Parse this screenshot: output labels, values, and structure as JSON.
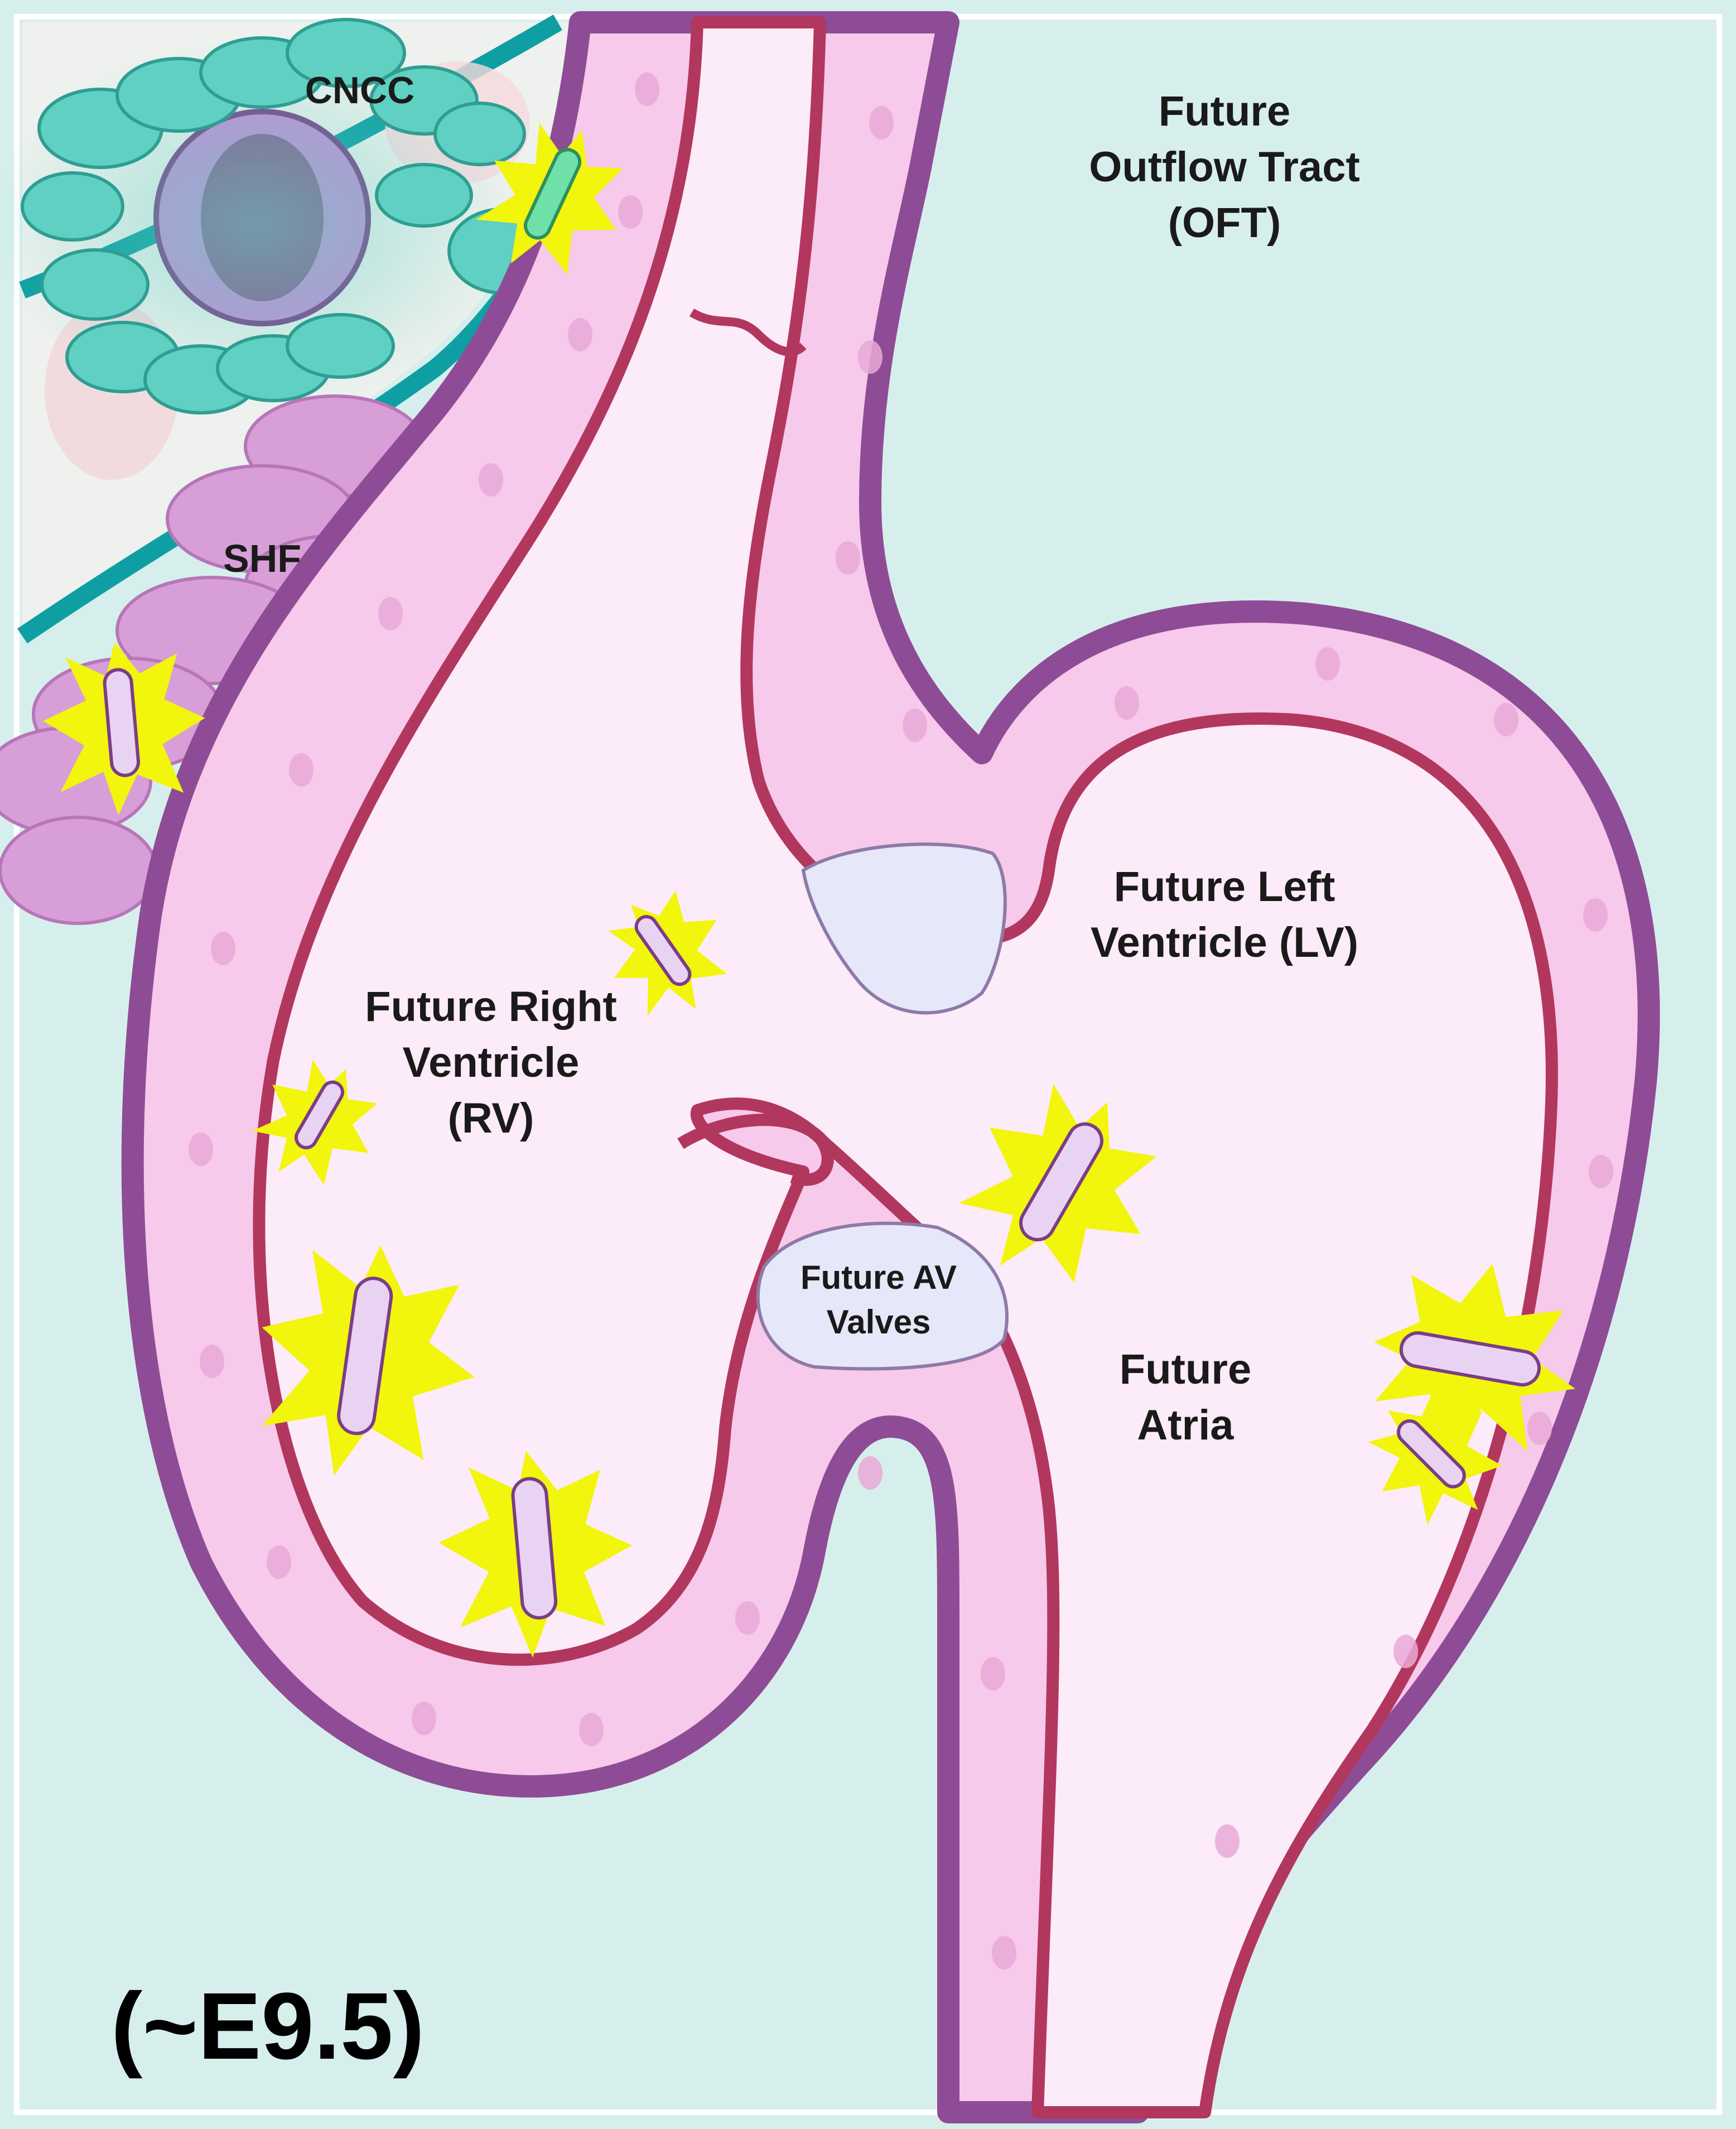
{
  "labels": {
    "cncc": "CNCC",
    "shf": "SHF",
    "oft_line1": "Future",
    "oft_line2": "Outflow Tract",
    "oft_line3": "(OFT)",
    "lv_line1": "Future Left",
    "lv_line2": "Ventricle (LV)",
    "rv_line1": "Future Right",
    "rv_line2": "Ventricle",
    "rv_line3": "(RV)",
    "av_line1": "Future AV",
    "av_line2": "Valves",
    "atria_line1": "Future",
    "atria_line2": "Atria",
    "stage": "(~E9.5)"
  },
  "colors": {
    "background": "#d7efec",
    "lumen": "#fcebf8",
    "myocardium": "#f7c9ea",
    "myocardium_cell": "#fad8f0",
    "endocardium": "#b2375e",
    "epicardium": "#8e4c96",
    "cushion": "#e6e7f9",
    "cncc": "#5fd0c2",
    "shf": "#d89ed8",
    "glow": "#f2f50c"
  }
}
